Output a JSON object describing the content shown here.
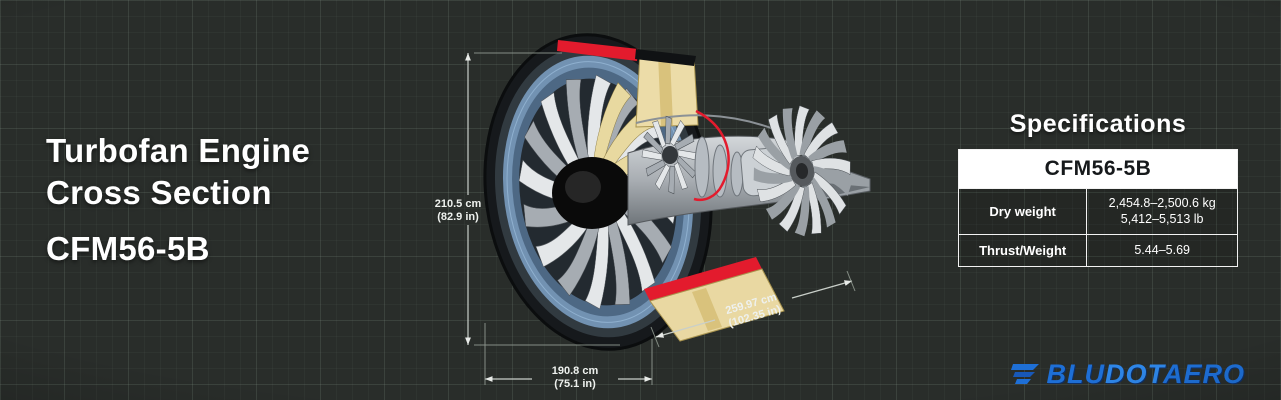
{
  "title": {
    "lines": [
      "Turbofan Engine",
      "Cross Section",
      "CFM56-5B"
    ]
  },
  "engine": {
    "name": "CFM56-5B turbofan cross-section cutaway illustration",
    "colors": {
      "accent_red": "#e31b2d",
      "cutaway_cream": "#e9d8a2",
      "duct_blue": "#7292b2",
      "background": "#292d2a"
    }
  },
  "dimensions": {
    "height": {
      "primary": "210.5 cm",
      "secondary": "(82.9 in)"
    },
    "fan_case_length": {
      "primary": "190.8 cm",
      "secondary": "(75.1 in)"
    },
    "overall_length": {
      "primary": "259.97 cm",
      "secondary": "(102.35 in)"
    }
  },
  "specifications": {
    "heading": "Specifications",
    "model": "CFM56-5B",
    "rows": [
      {
        "label": "Dry weight",
        "values": [
          "2,454.8–2,500.6 kg",
          "5,412–5,513 lb"
        ]
      },
      {
        "label": "Thrust/Weight",
        "values": [
          "5.44–5.69"
        ]
      }
    ]
  },
  "logo": {
    "segments": [
      "BLU",
      "DOT",
      "AERO"
    ],
    "color": "#1e6fd6"
  }
}
